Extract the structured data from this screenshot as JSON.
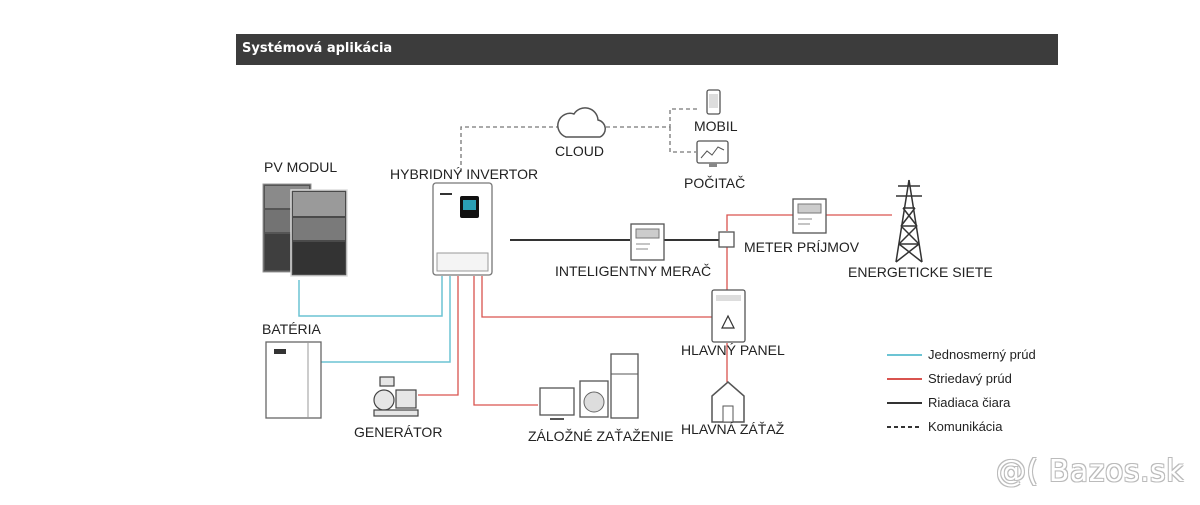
{
  "header": {
    "title": "Systémová aplikácia"
  },
  "labels": {
    "pv_module": "PV MODUL",
    "hybrid_inverter": "HYBRIDNÝ INVERTOR",
    "cloud": "CLOUD",
    "mobile": "MOBIL",
    "computer": "POČITAČ",
    "smart_meter": "INTELIGENTNY MERAČ",
    "meter_income": "METER PRÍJMOV",
    "grid": "ENERGETICKE SIETE",
    "battery": "BATÉRIA",
    "main_panel": "HLAVNÝ PANEL",
    "generator": "GENERÁTOR",
    "backup_load": "ZÁLOŽNÉ ZAŤAŽENIE",
    "main_load": "HLAVNÁ ZÁŤAŽ"
  },
  "legend": [
    {
      "label": "Jednosmerný prúd",
      "color": "#6cc4d4",
      "style": "solid"
    },
    {
      "label": "Striedavý prúd",
      "color": "#d9534f",
      "style": "solid"
    },
    {
      "label": "Riadiaca čiara",
      "color": "#333333",
      "style": "solid"
    },
    {
      "label": "Komunikácia",
      "color": "#333333",
      "style": "dashed"
    }
  ],
  "colors": {
    "dc": "#6cc4d4",
    "ac": "#d9534f",
    "control": "#333333",
    "comm": "#666666"
  },
  "watermark": "@( Bazos.sk"
}
